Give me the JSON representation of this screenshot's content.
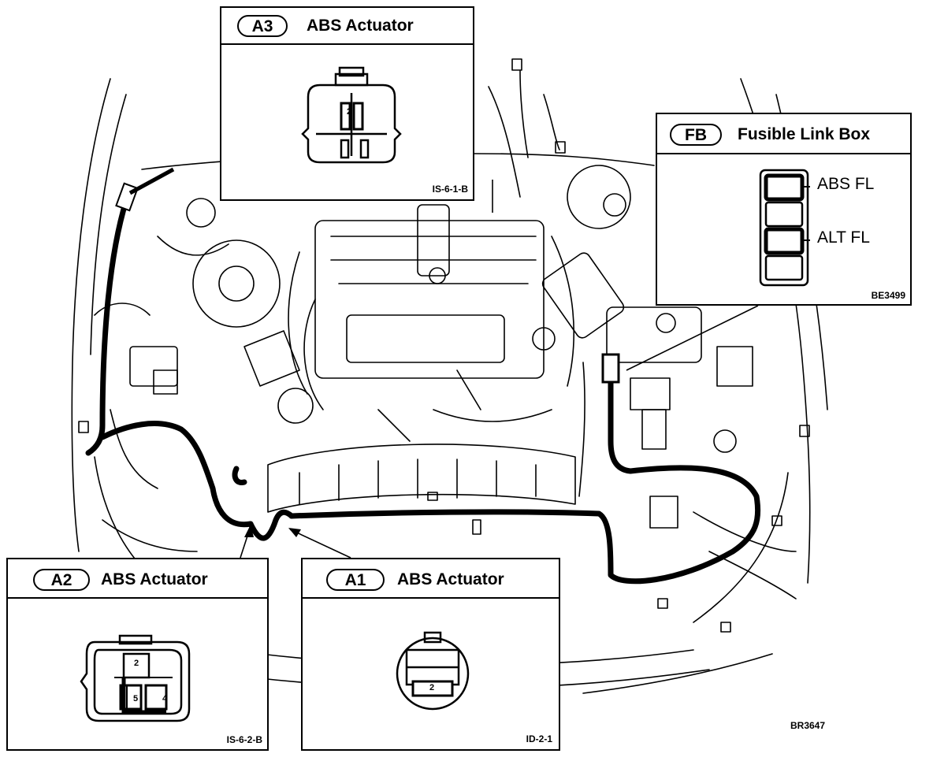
{
  "figure_code": "BR3647",
  "callouts": [
    {
      "id": "A3",
      "title": "ABS Actuator",
      "code": "IS-6-1-B",
      "pins": [
        "2"
      ]
    },
    {
      "id": "FB",
      "title": "Fusible Link Box",
      "code": "BE3499",
      "links": [
        "ABS FL",
        "ALT FL"
      ]
    },
    {
      "id": "A2",
      "title": "ABS Actuator",
      "code": "IS-6-2-B",
      "pins": [
        "2",
        "5",
        "4"
      ]
    },
    {
      "id": "A1",
      "title": "ABS Actuator",
      "code": "ID-2-1",
      "pins": [
        "2"
      ]
    }
  ]
}
